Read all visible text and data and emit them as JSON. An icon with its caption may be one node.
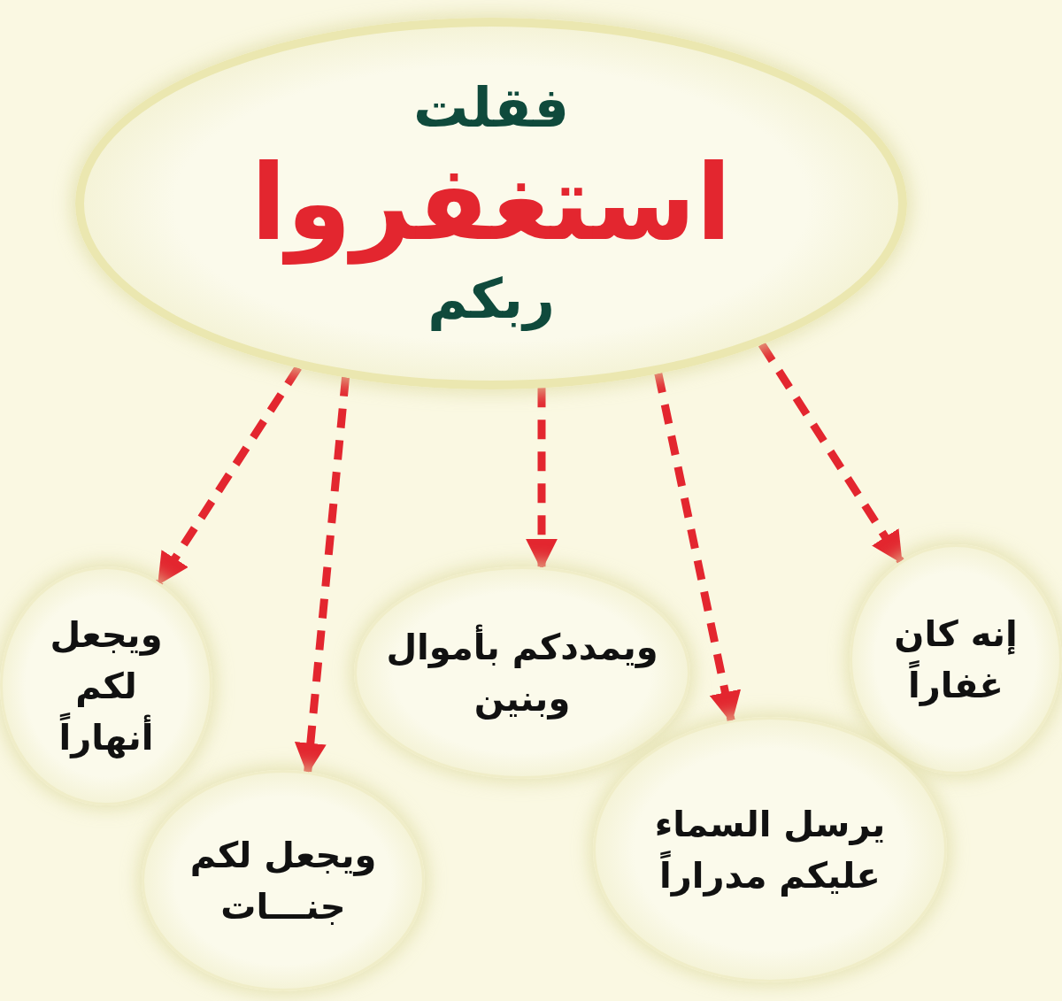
{
  "diagram": {
    "nodes": [
      {
        "text": [
          "فقلت",
          "استغفروا",
          "ربكم"
        ]
      },
      {
        "text": [
          "إنه كان غفاراً"
        ]
      },
      {
        "text": [
          "ويمددكم بأموال وبنين"
        ]
      },
      {
        "text": [
          "ويجعل لكم أنهاراً"
        ]
      },
      {
        "text": [
          "يرسل السماء عليكم مدراراً"
        ]
      },
      {
        "text": [
          "ويجعل لكم جنـــات"
        ]
      }
    ],
    "edges": [
      {
        "from": 0,
        "to": 3,
        "arrow": "to",
        "style": "dashed"
      },
      {
        "from": 0,
        "to": 5,
        "arrow": "to",
        "style": "dashed"
      },
      {
        "from": 0,
        "to": 2,
        "arrow": "to",
        "style": "dashed"
      },
      {
        "from": 0,
        "to": 4,
        "arrow": "to",
        "style": "dashed"
      },
      {
        "from": 0,
        "to": 1,
        "arrow": "to",
        "style": "dashed"
      }
    ]
  }
}
